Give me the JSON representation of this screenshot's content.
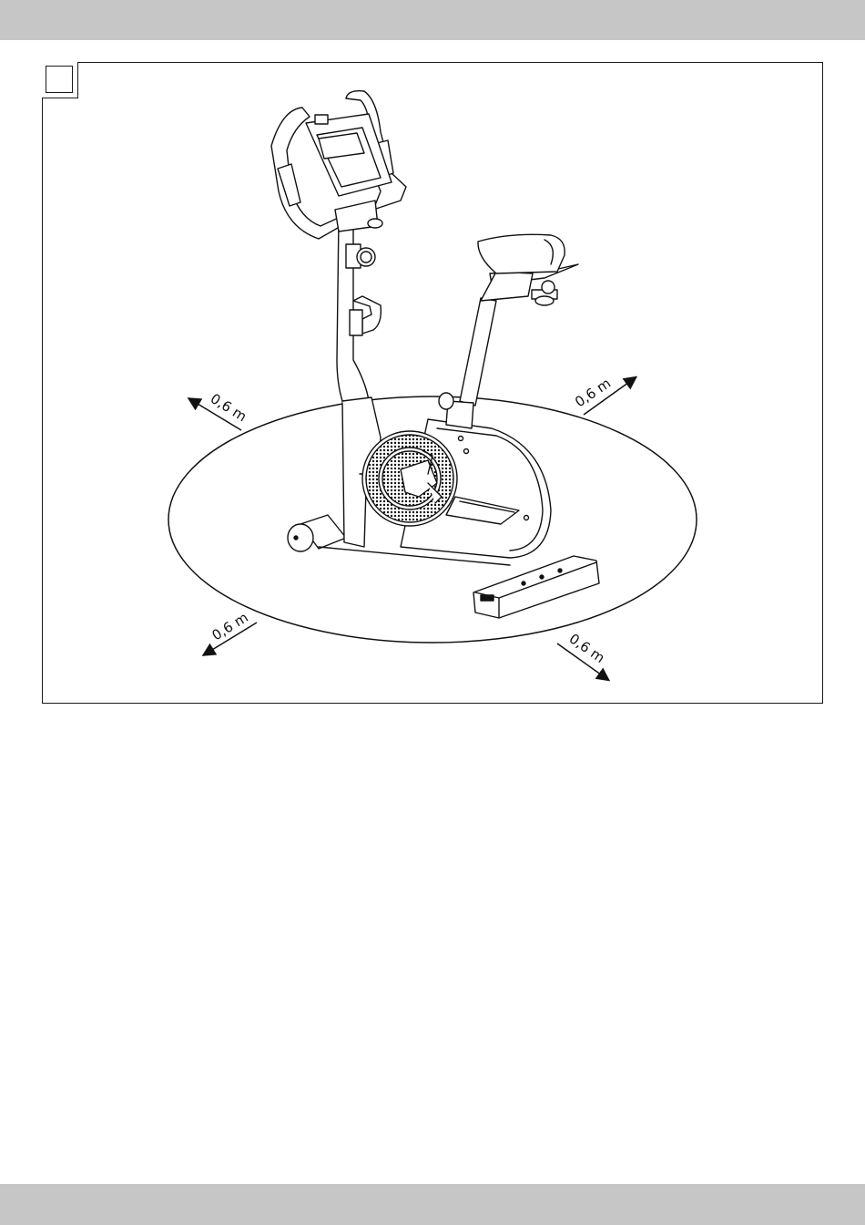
{
  "figure": {
    "clearance_labels": [
      "0,6 m",
      "0,6 m",
      "0,6 m",
      "0,6 m"
    ]
  }
}
